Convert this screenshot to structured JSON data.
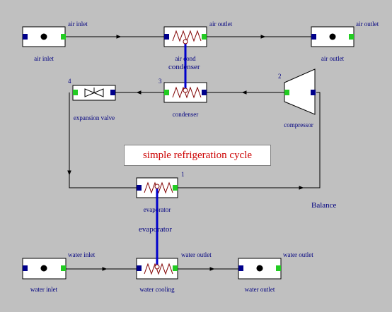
{
  "title": "simple refrigeration cycle",
  "annotations": {
    "balance": "Balance",
    "condenser": "condenser",
    "evaporator": "evaporator"
  },
  "components": {
    "air_inlet_block": {
      "top_label": "air inlet",
      "bottom_label": "air inlet"
    },
    "air_cond": {
      "top_label": "air outlet",
      "bottom_label": "air cond"
    },
    "air_outlet_block": {
      "top_label": "air outlet",
      "bottom_label": "air outlet"
    },
    "expansion_valve": {
      "number": "4",
      "bottom_label": "expansion valve"
    },
    "condenser": {
      "number": "3",
      "bottom_label": "condenser"
    },
    "compressor": {
      "number": "2",
      "bottom_label": "compressor"
    },
    "evaporator": {
      "number": "1",
      "bottom_label": "evaporator"
    },
    "water_inlet_block": {
      "top_label": "water inlet",
      "bottom_label": "water inlet"
    },
    "water_cooling": {
      "top_label": "water outlet",
      "bottom_label": "water cooling"
    },
    "water_outlet_block": {
      "top_label": "water outlet",
      "bottom_label": "water outlet"
    }
  },
  "colors": {
    "background": "#c0c0c0",
    "flow_line": "#000000",
    "coupling_line": "#0000cc",
    "port_in": "#00008b",
    "port_out": "#22cc22",
    "coil": "#800000",
    "label": "#000080",
    "title": "#cc0000"
  }
}
